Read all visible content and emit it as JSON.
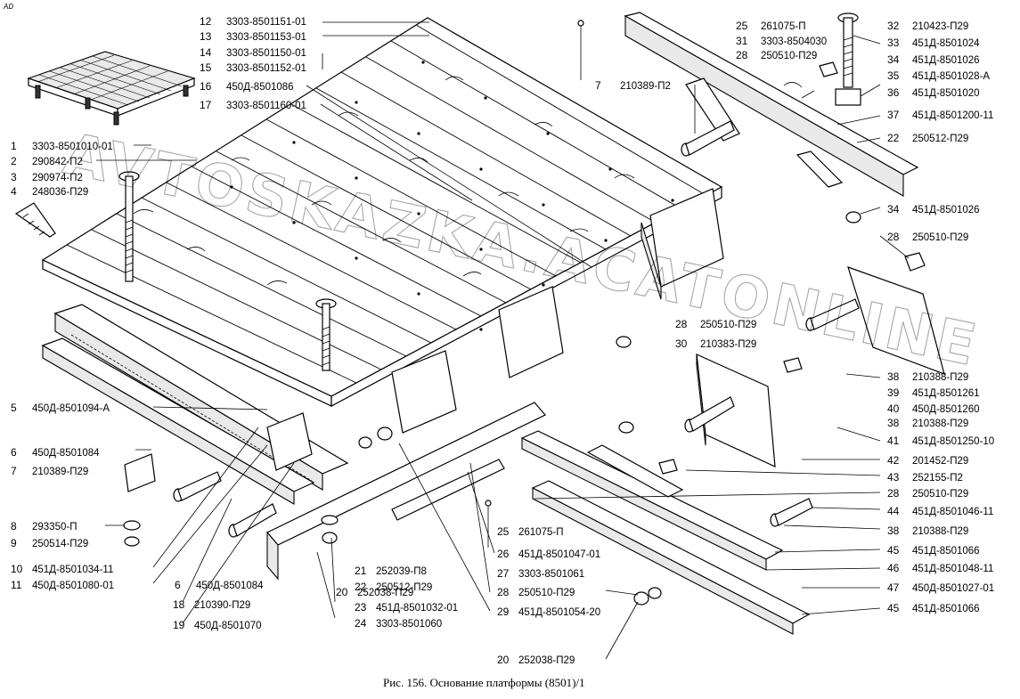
{
  "corner_mark": "AD",
  "watermark": "AVTOSKAZKA.ACATONLINE",
  "caption": "Рис. 156. Основание платформы (8501)/1",
  "callouts_left": [
    {
      "num": "1",
      "part": "3303-8501010-01"
    },
    {
      "num": "2",
      "part": "290842-П2"
    },
    {
      "num": "3",
      "part": "290974-П2"
    },
    {
      "num": "4",
      "part": "248036-П29"
    },
    {
      "num": "5",
      "part": "450Д-8501094-А"
    },
    {
      "num": "6",
      "part": "450Д-8501084"
    },
    {
      "num": "7",
      "part": "210389-П29"
    },
    {
      "num": "8",
      "part": "293350-П"
    },
    {
      "num": "9",
      "part": "250514-П29"
    },
    {
      "num": "10",
      "part": "451Д-8501034-11"
    },
    {
      "num": "11",
      "part": "450Д-8501080-01"
    }
  ],
  "callouts_top": [
    {
      "num": "12",
      "part": "3303-8501151-01"
    },
    {
      "num": "13",
      "part": "3303-8501153-01"
    },
    {
      "num": "14",
      "part": "3303-8501150-01"
    },
    {
      "num": "15",
      "part": "3303-8501152-01"
    },
    {
      "num": "16",
      "part": "450Д-8501086"
    },
    {
      "num": "17",
      "part": "3303-8501160-01"
    }
  ],
  "callouts_bottom": [
    {
      "num": "6",
      "part": "450Д-8501084"
    },
    {
      "num": "18",
      "part": "210390-П29"
    },
    {
      "num": "19",
      "part": "450Д-8501070"
    },
    {
      "num": "20",
      "part": "252038-П29"
    },
    {
      "num": "21",
      "part": "252039-П8"
    },
    {
      "num": "22",
      "part": "250512-П29"
    },
    {
      "num": "23",
      "part": "451Д-8501032-01"
    },
    {
      "num": "24",
      "part": "3303-8501060"
    },
    {
      "num": "25",
      "part": "261075-П"
    },
    {
      "num": "26",
      "part": "451Д-8501047-01"
    },
    {
      "num": "27",
      "part": "3303-8501061"
    },
    {
      "num": "28",
      "part": "250510-П29"
    },
    {
      "num": "29",
      "part": "451Д-8501054-20"
    },
    {
      "num": "20",
      "part": "252038-П29"
    }
  ],
  "callouts_right": [
    {
      "num": "25",
      "part": "261075-П"
    },
    {
      "num": "31",
      "part": "3303-8504030"
    },
    {
      "num": "28",
      "part": "250510-П29"
    },
    {
      "num": "7",
      "part": "210389-П2"
    },
    {
      "num": "32",
      "part": "210423-П29"
    },
    {
      "num": "33",
      "part": "451Д-8501024"
    },
    {
      "num": "34",
      "part": "451Д-8501026"
    },
    {
      "num": "35",
      "part": "451Д-8501028-А"
    },
    {
      "num": "36",
      "part": "451Д-8501020"
    },
    {
      "num": "37",
      "part": "451Д-8501200-11"
    },
    {
      "num": "22",
      "part": "250512-П29"
    },
    {
      "num": "34",
      "part": "451Д-8501026"
    },
    {
      "num": "28",
      "part": "250510-П29"
    },
    {
      "num": "28",
      "part": "250510-П29"
    },
    {
      "num": "30",
      "part": "210383-П29"
    },
    {
      "num": "38",
      "part": "210388-П29"
    },
    {
      "num": "39",
      "part": "451Д-8501261"
    },
    {
      "num": "40",
      "part": "450Д-8501260"
    },
    {
      "num": "38",
      "part": "210388-П29"
    },
    {
      "num": "41",
      "part": "451Д-8501250-10"
    },
    {
      "num": "42",
      "part": "201452-П29"
    },
    {
      "num": "43",
      "part": "252155-П2"
    },
    {
      "num": "28",
      "part": "250510-П29"
    },
    {
      "num": "44",
      "part": "451Д-8501046-11"
    },
    {
      "num": "38",
      "part": "210388-П29"
    },
    {
      "num": "45",
      "part": "451Д-8501066"
    },
    {
      "num": "46",
      "part": "451Д-8501048-11"
    },
    {
      "num": "47",
      "part": "450Д-8501027-01"
    },
    {
      "num": "45",
      "part": "451Д-8501066"
    }
  ]
}
